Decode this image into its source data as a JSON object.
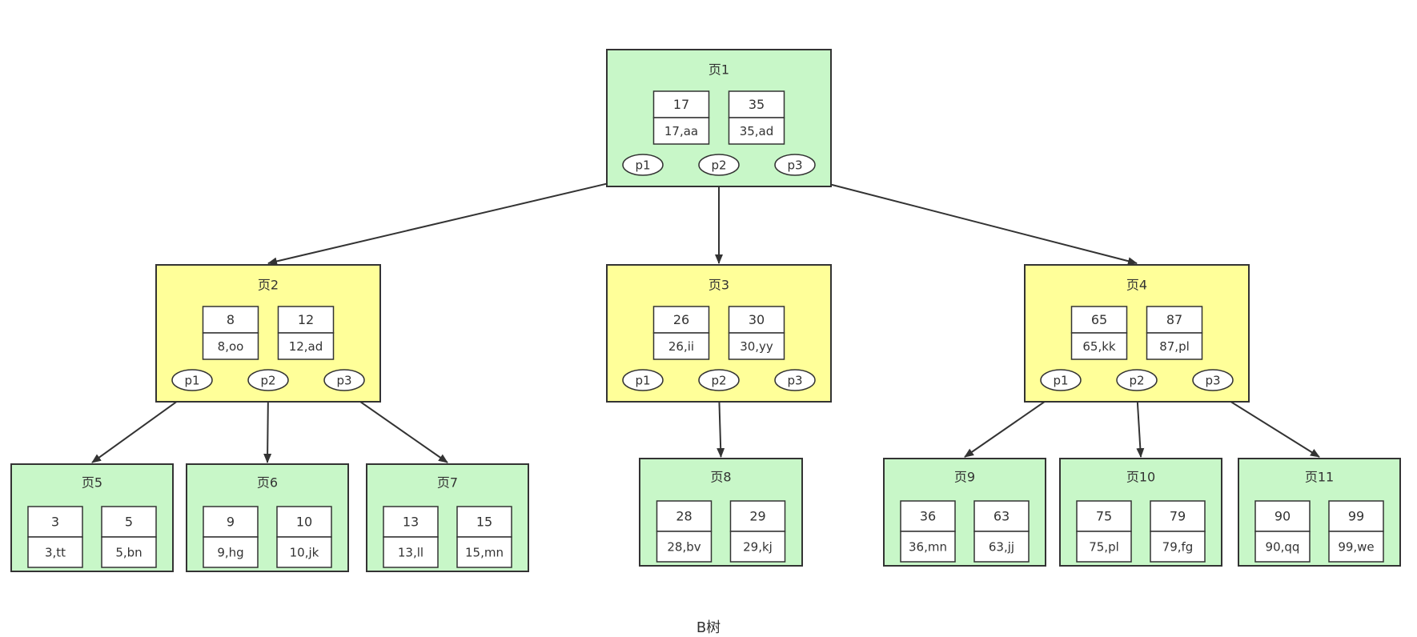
{
  "caption": "B树",
  "nodes": [
    {
      "id": "page1",
      "title": "页1",
      "level": "root",
      "keys": [
        {
          "key": "17",
          "record": "17,aa"
        },
        {
          "key": "35",
          "record": "35,ad"
        }
      ],
      "pointers": [
        "p1",
        "p2",
        "p3"
      ]
    },
    {
      "id": "page2",
      "title": "页2",
      "level": "internal",
      "keys": [
        {
          "key": "8",
          "record": "8,oo"
        },
        {
          "key": "12",
          "record": "12,ad"
        }
      ],
      "pointers": [
        "p1",
        "p2",
        "p3"
      ]
    },
    {
      "id": "page3",
      "title": "页3",
      "level": "internal",
      "keys": [
        {
          "key": "26",
          "record": "26,ii"
        },
        {
          "key": "30",
          "record": "30,yy"
        }
      ],
      "pointers": [
        "p1",
        "p2",
        "p3"
      ]
    },
    {
      "id": "page4",
      "title": "页4",
      "level": "internal",
      "keys": [
        {
          "key": "65",
          "record": "65,kk"
        },
        {
          "key": "87",
          "record": "87,pl"
        }
      ],
      "pointers": [
        "p1",
        "p2",
        "p3"
      ]
    },
    {
      "id": "page5",
      "title": "页5",
      "level": "leaf",
      "keys": [
        {
          "key": "3",
          "record": "3,tt"
        },
        {
          "key": "5",
          "record": "5,bn"
        }
      ]
    },
    {
      "id": "page6",
      "title": "页6",
      "level": "leaf",
      "keys": [
        {
          "key": "9",
          "record": "9,hg"
        },
        {
          "key": "10",
          "record": "10,jk"
        }
      ]
    },
    {
      "id": "page7",
      "title": "页7",
      "level": "leaf",
      "keys": [
        {
          "key": "13",
          "record": "13,ll"
        },
        {
          "key": "15",
          "record": "15,mn"
        }
      ]
    },
    {
      "id": "page8",
      "title": "页8",
      "level": "leaf",
      "keys": [
        {
          "key": "28",
          "record": "28,bv"
        },
        {
          "key": "29",
          "record": "29,kj"
        }
      ]
    },
    {
      "id": "page9",
      "title": "页9",
      "level": "leaf",
      "keys": [
        {
          "key": "36",
          "record": "36,mn"
        },
        {
          "key": "63",
          "record": "63,jj"
        }
      ]
    },
    {
      "id": "page10",
      "title": "页10",
      "level": "leaf",
      "keys": [
        {
          "key": "75",
          "record": "75,pl"
        },
        {
          "key": "79",
          "record": "79,fg"
        }
      ]
    },
    {
      "id": "page11",
      "title": "页11",
      "level": "leaf",
      "keys": [
        {
          "key": "90",
          "record": "90,qq"
        },
        {
          "key": "99",
          "record": "99,we"
        }
      ]
    }
  ],
  "edges": [
    {
      "from": "page1",
      "pointer": "p1",
      "to": "page2"
    },
    {
      "from": "page1",
      "pointer": "p2",
      "to": "page3"
    },
    {
      "from": "page1",
      "pointer": "p3",
      "to": "page4"
    },
    {
      "from": "page2",
      "pointer": "p1",
      "to": "page5"
    },
    {
      "from": "page2",
      "pointer": "p2",
      "to": "page6"
    },
    {
      "from": "page2",
      "pointer": "p3",
      "to": "page7"
    },
    {
      "from": "page3",
      "pointer": "p2",
      "to": "page8"
    },
    {
      "from": "page4",
      "pointer": "p1",
      "to": "page9"
    },
    {
      "from": "page4",
      "pointer": "p2",
      "to": "page10"
    },
    {
      "from": "page4",
      "pointer": "p3",
      "to": "page11"
    }
  ],
  "colors": {
    "root": "#c8f7c8",
    "internal": "#ffff99",
    "leaf": "#c8f7c8",
    "stroke": "#333333",
    "key_fill": "#ffffff"
  }
}
